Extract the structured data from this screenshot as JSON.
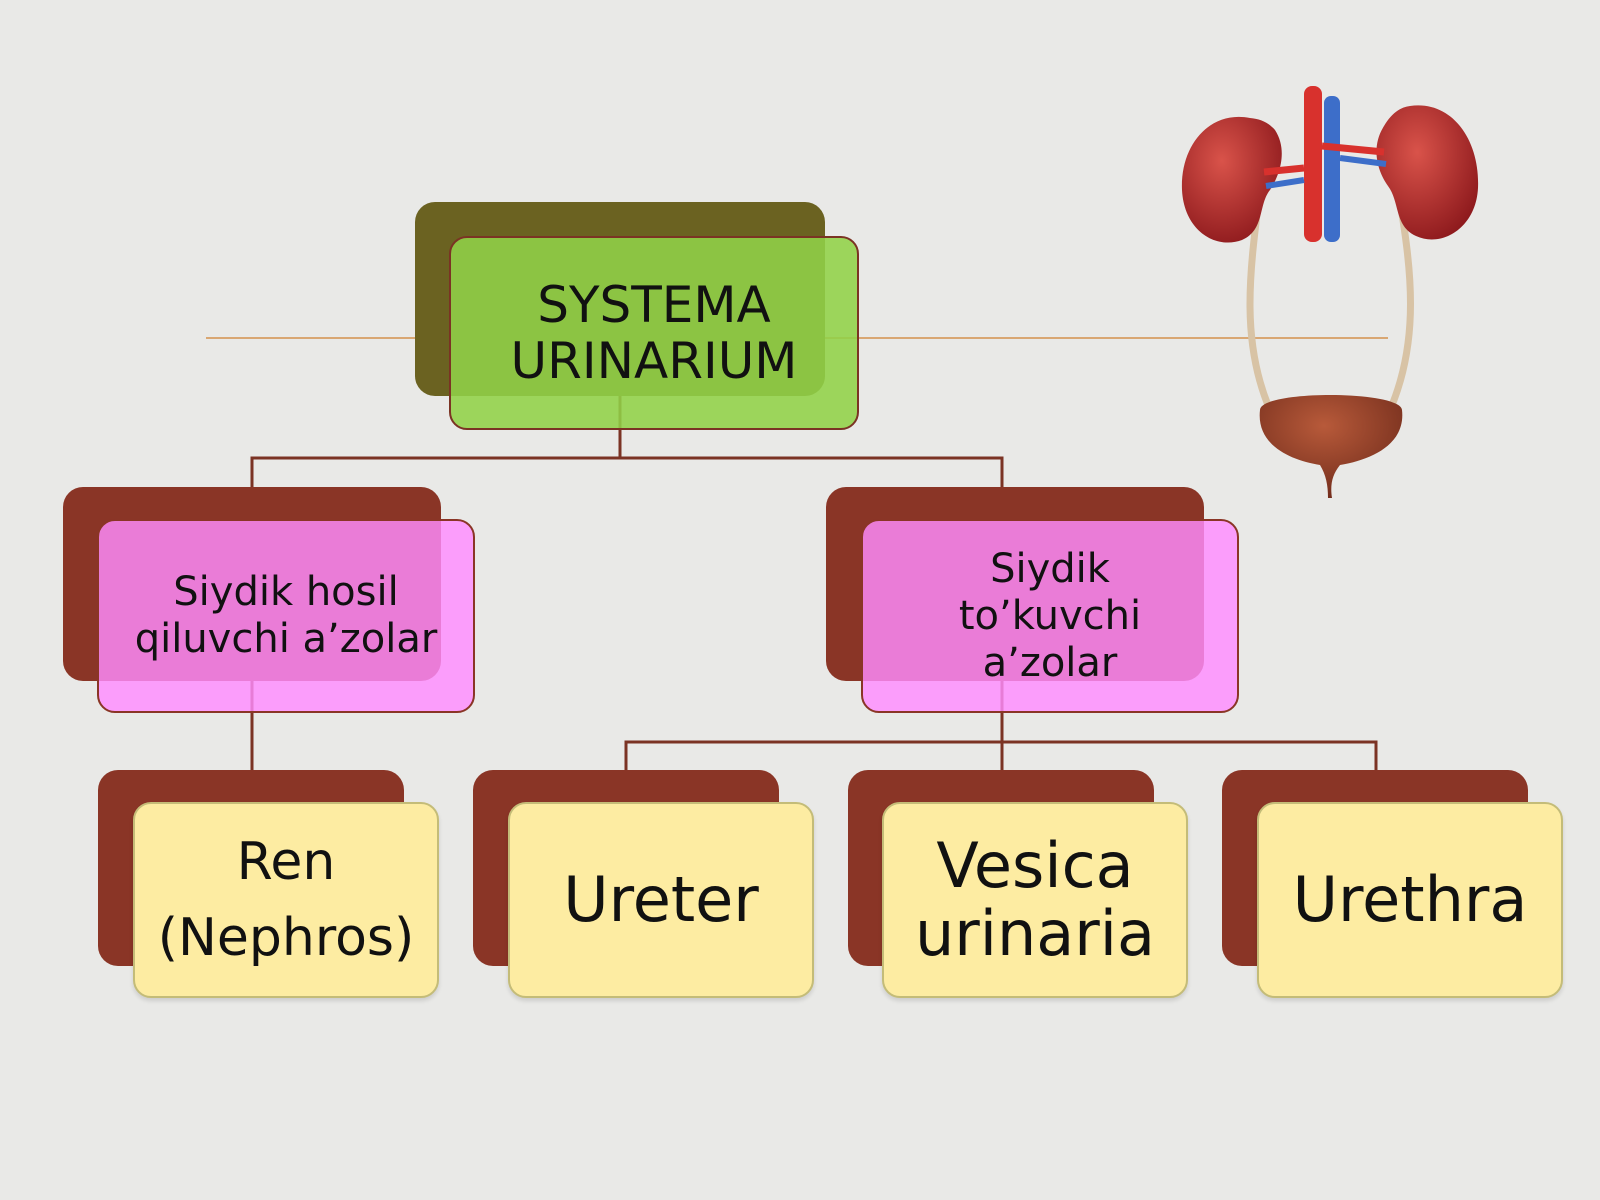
{
  "diagram": {
    "root": {
      "label": "SYSTEMA\nURINARIUM"
    },
    "categories": [
      {
        "label": "Siydik hosil\nqiluvchi a’zolar"
      },
      {
        "label": "Siydik\nto’kuvchi\na’zolar"
      }
    ],
    "leaves": [
      {
        "label": "Ren\n(Nephros)"
      },
      {
        "label": "Ureter"
      },
      {
        "label": "Vesica\nurinaria"
      },
      {
        "label": "Urethra"
      }
    ]
  },
  "illustration": {
    "icon": "urinary-system-icon"
  },
  "colors": {
    "background": "#e9e9e7",
    "root_fill": "#91d248",
    "root_shadow": "#6b6221",
    "category_fill": "#ff8cff",
    "node_shadow": "#8a3526",
    "leaf_fill": "#fdeca2",
    "connector": "#7b3324",
    "accent_line": "#d9a773"
  }
}
